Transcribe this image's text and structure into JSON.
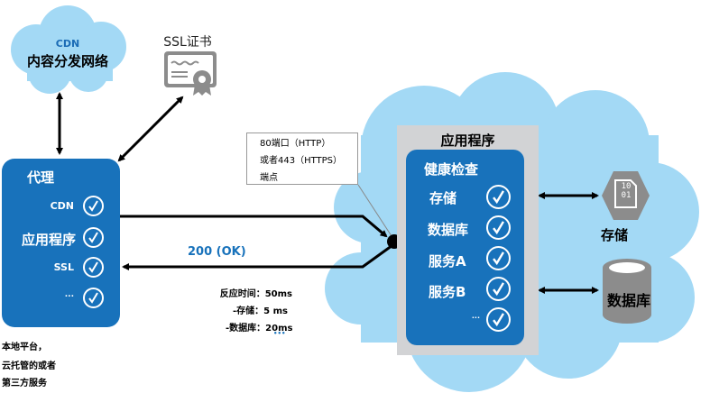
{
  "cdn": {
    "abbr": "CDN",
    "name": "内容分发网络"
  },
  "ssl": {
    "label": "SSL证书",
    "icon": "certificate-icon"
  },
  "proxy": {
    "title": "代理",
    "items": [
      {
        "label": "CDN",
        "status": "check"
      },
      {
        "label": "应用程序",
        "status": "check"
      },
      {
        "label": "SSL",
        "status": "check"
      },
      {
        "label": "...",
        "status": "check"
      }
    ],
    "footnote": [
      "本地平台，",
      "云托管的或者",
      "第三方服务"
    ]
  },
  "request": {
    "callout": [
      "80端口（HTTP）",
      "或者443（HTTPS）",
      "端点"
    ]
  },
  "response": {
    "status": "200 (OK)",
    "timings": [
      "反应时间：50ms",
      "-存储：5 ms",
      "-数据库：20ms"
    ],
    "more": "•••"
  },
  "app": {
    "title": "应用程序",
    "health": {
      "title": "健康检查",
      "items": [
        {
          "label": "存储",
          "status": "check"
        },
        {
          "label": "数据库",
          "status": "check"
        },
        {
          "label": "服务A",
          "status": "check"
        },
        {
          "label": "服务B",
          "status": "check"
        },
        {
          "label": "...",
          "status": "check"
        }
      ]
    }
  },
  "storage": {
    "label": "存储",
    "icon": "binary-file-icon",
    "glyph_top": "10",
    "glyph_bottom": "01"
  },
  "database": {
    "label": "数据库",
    "icon": "database-cylinder-icon"
  },
  "colors": {
    "primary": "#1872bb",
    "cloud": "#a3d9f5",
    "panel": "#d2d3d5",
    "icon_gray": "#8c8c8c"
  }
}
